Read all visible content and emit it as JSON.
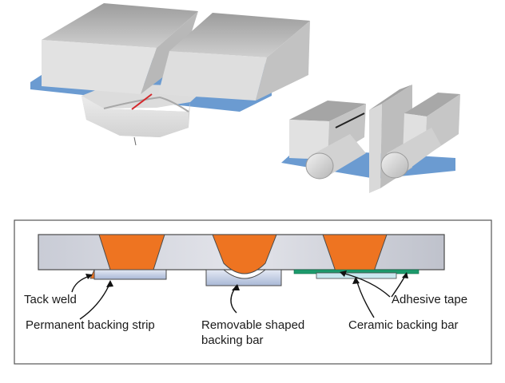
{
  "labels": {
    "tack_weld": "Tack weld",
    "permanent_backing_strip": "Permanent backing strip",
    "removable_shaped_line1": "Removable shaped",
    "removable_shaped_line2": "backing bar",
    "adhesive_tape": "Adhesive tape",
    "ceramic_backing_bar": "Ceramic backing bar"
  },
  "colors": {
    "weld_orange": "#ee7421",
    "plate_gray": "#d3d5dd",
    "backing_blue": "#b9c9e6",
    "tape_green": "#1d9a6c",
    "steel_light": "#e6e6e6",
    "steel_dark": "#8b8b8b",
    "blue_sheet": "#6b9bd1",
    "frame": "#555555"
  }
}
